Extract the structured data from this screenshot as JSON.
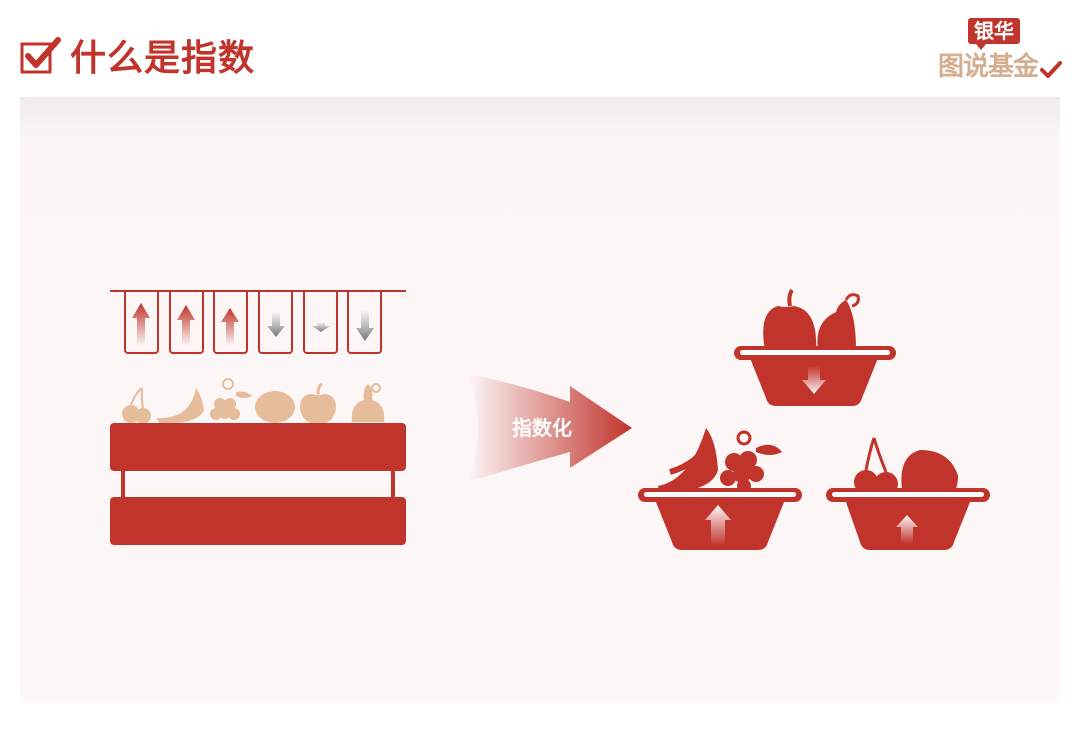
{
  "header": {
    "title": "什么是指数",
    "icon": "checkbox-check-icon"
  },
  "logo": {
    "tag": "银华",
    "name": "图说基金",
    "icon": "check-mark-icon"
  },
  "diagram": {
    "left": {
      "description": "Crate of mixed fruits with six performance indicators",
      "indicators": [
        "up",
        "up",
        "up",
        "down",
        "down",
        "down"
      ],
      "fruits": [
        "cherry",
        "banana",
        "grape",
        "lemon",
        "apple",
        "pear"
      ]
    },
    "arrow": {
      "label": "指数化"
    },
    "right": {
      "baskets": [
        {
          "fruits": [
            "apple",
            "pear"
          ],
          "trend": "down"
        },
        {
          "fruits": [
            "banana",
            "grape"
          ],
          "trend": "up"
        },
        {
          "fruits": [
            "cherry",
            "lemon"
          ],
          "trend": "up"
        }
      ]
    }
  },
  "colors": {
    "primary_red": "#c0342b",
    "fruit_beige": "#e6bd9a",
    "panel_bg": "#fdf7f7",
    "logo_gold": "#d4ae8e"
  }
}
